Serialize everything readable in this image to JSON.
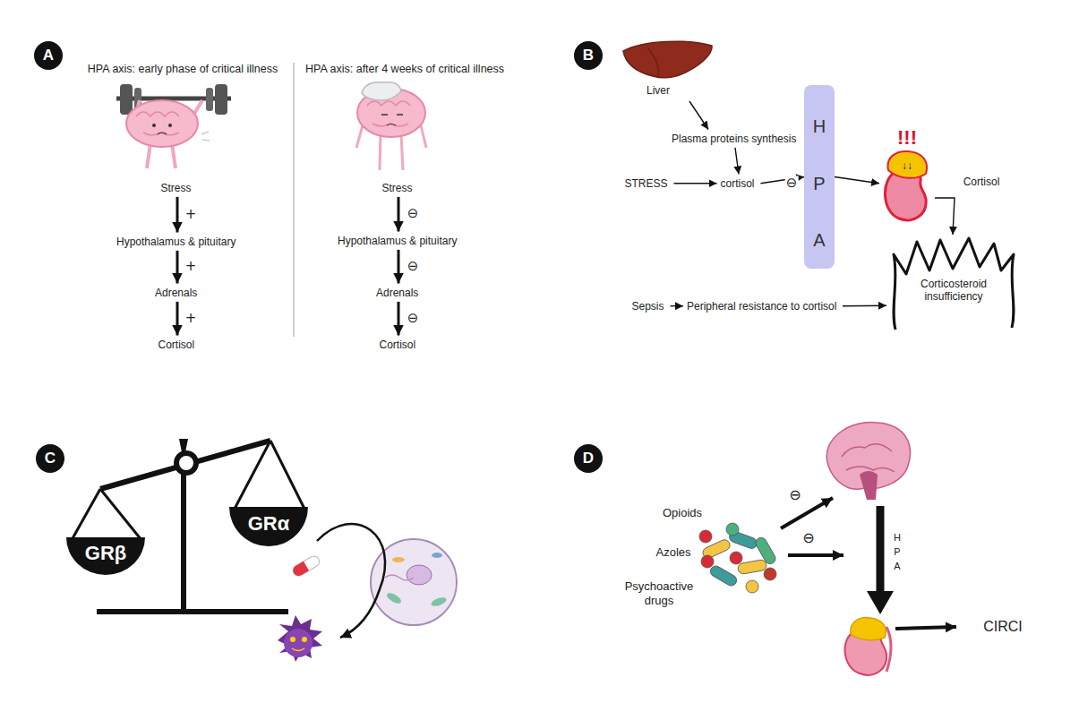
{
  "diagram": {
    "nodes": [
      {
        "text": [
          "A"
        ]
      },
      {
        "text": [
          "Stress"
        ]
      },
      {
        "text": [
          "Hypothalamus & pituitary"
        ]
      },
      {
        "text": [
          "Adrenals"
        ]
      },
      {
        "text": [
          "Cortisol"
        ]
      },
      {
        "text": [
          "Stress"
        ]
      },
      {
        "text": [
          "Hypothalamus & pituitary"
        ]
      },
      {
        "text": [
          "Adrenals"
        ]
      },
      {
        "text": [
          "Cortisol"
        ]
      },
      {
        "text": [
          "B"
        ]
      },
      {
        "text": [
          "Liver"
        ]
      },
      {
        "text": [
          "Plasma proteins synthesis"
        ]
      },
      {
        "text": [
          "STRESS"
        ]
      },
      {
        "text": [
          "cortisol"
        ]
      },
      {
        "text": [
          "H",
          "P",
          "A"
        ]
      },
      {
        "text": [
          "!!!",
          "↓↓"
        ]
      },
      {
        "text": [
          "Corticosteroid insufficiency"
        ]
      },
      {
        "text": [
          "Sepsis"
        ]
      },
      {
        "text": [
          "Peripheral resistance to cortisol"
        ]
      },
      {
        "text": [
          "C"
        ]
      },
      {
        "text": [
          "GRβ"
        ]
      },
      {
        "text": [
          "GRα"
        ]
      },
      {
        "text": [
          "D"
        ]
      },
      {
        "text": [
          "Opioids",
          "Azoles",
          "Psychoactive drugs"
        ]
      }
    ],
    "edges": [
      {
        "from": 1,
        "to": 2,
        "arrow": "to",
        "label": "+"
      },
      {
        "from": 2,
        "to": 3,
        "arrow": "to",
        "label": "+"
      },
      {
        "from": 3,
        "to": 4,
        "arrow": "to",
        "label": "+"
      },
      {
        "from": 5,
        "to": 6,
        "arrow": "to",
        "label": "⊖"
      },
      {
        "from": 6,
        "to": 7,
        "arrow": "to",
        "label": "⊖"
      },
      {
        "from": 7,
        "to": 8,
        "arrow": "to",
        "label": "⊖"
      },
      {
        "from": 10,
        "to": 11,
        "arrow": "to"
      },
      {
        "from": 11,
        "to": 13,
        "arrow": "to"
      },
      {
        "from": 12,
        "to": 13,
        "arrow": "to"
      },
      {
        "from": 13,
        "to": 14,
        "arrow": "to",
        "label": "⊖"
      },
      {
        "from": 14,
        "to": 15,
        "arrow": "to"
      },
      {
        "from": 15,
        "to": 16,
        "arrow": "to",
        "label": "Cortisol"
      },
      {
        "from": 17,
        "to": 18,
        "arrow": "to"
      },
      {
        "from": 18,
        "to": 16,
        "arrow": "to"
      }
    ],
    "labels": [
      "HPA axis: early phase of critical illness",
      "HPA axis: after 4 weeks of critical illness",
      "⊖",
      "⊖",
      "H",
      "P",
      "A",
      "CIRCI"
    ]
  }
}
